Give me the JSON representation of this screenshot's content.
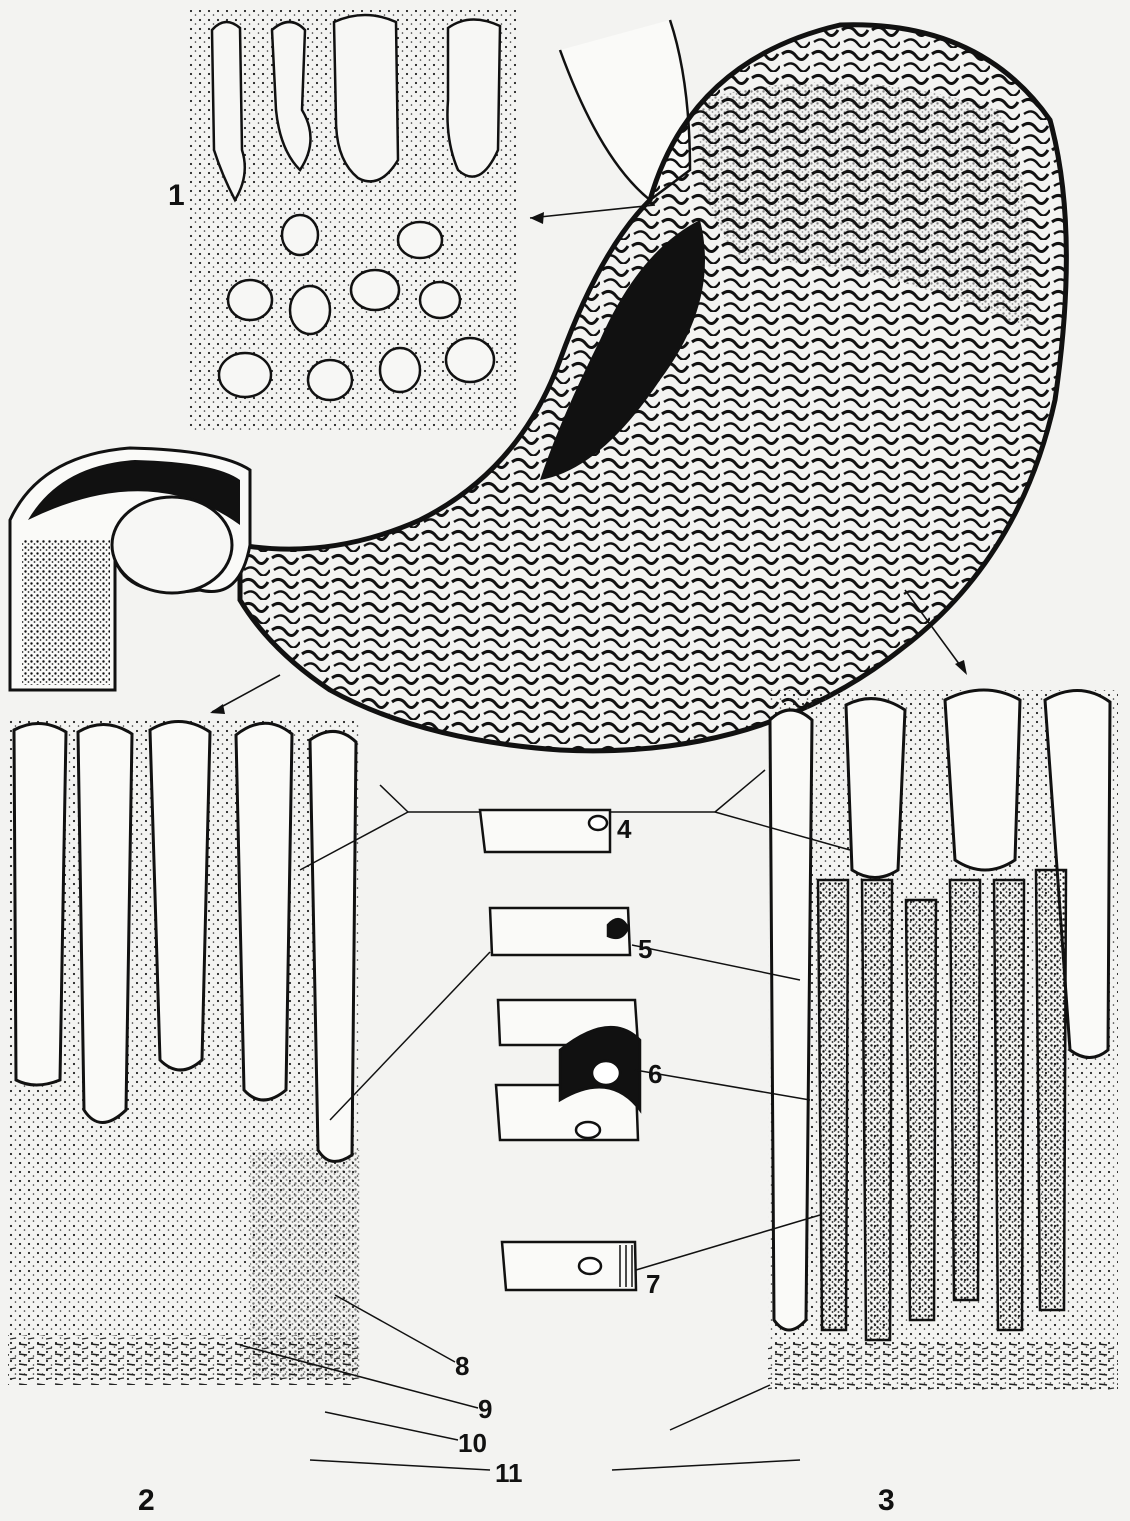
{
  "colors": {
    "paper": "#f3f3f1",
    "ink": "#111111"
  },
  "figure": {
    "panel_labels": {
      "fundus": "1",
      "pylorus": "2",
      "intestine": "3"
    },
    "callouts": {
      "c4": "4",
      "c5": "5",
      "c6": "6",
      "c7": "7",
      "c8": "8",
      "c9": "9",
      "c10": "10",
      "c11": "11"
    }
  }
}
